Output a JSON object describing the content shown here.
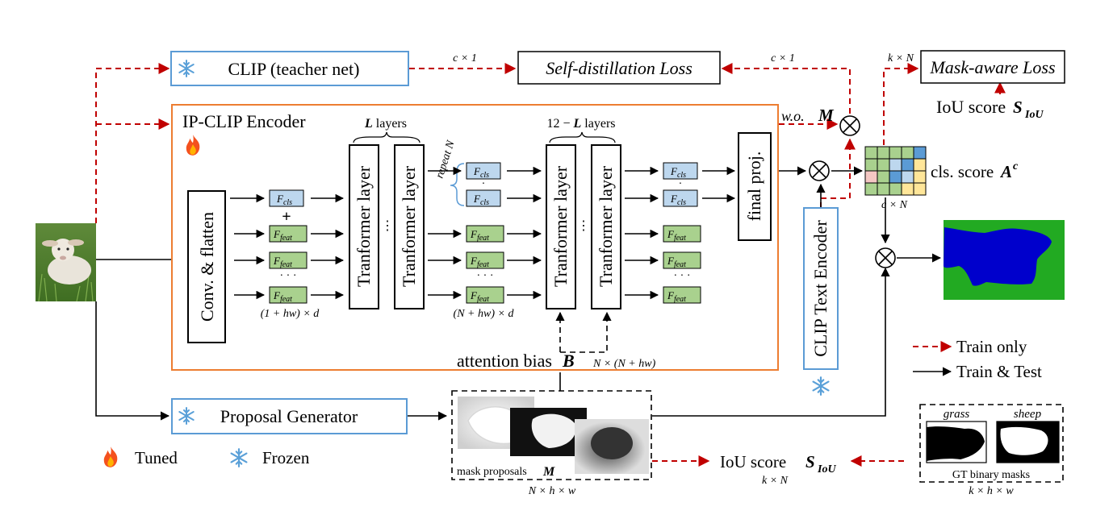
{
  "boxes": {
    "clip_teacher": "CLIP (teacher net)",
    "self_distill_loss": "Self-distillation Loss",
    "mask_aware_loss": "Mask-aware Loss",
    "ip_clip_encoder": "IP-CLIP Encoder",
    "conv_flatten": "Conv. & flatten",
    "transformer_layer": "Tranformer layer",
    "final_proj": "final proj.",
    "clip_text_encoder": "CLIP Text Encoder",
    "proposal_generator": "Proposal Generator"
  },
  "labels": {
    "c_x_1": "c × 1",
    "k_x_N": "k × N",
    "iou_score_top": "IoU score",
    "s_iou": "S",
    "s_iou_sub": "IoU",
    "l_layers_var": "L",
    "l_layers": "layers",
    "twelve_minus_l": "12 −",
    "repeat_n": "repeat N",
    "wo_m": "w.o.",
    "m_sym": "M",
    "cls_score": "cls. score",
    "a_sym": "A",
    "a_sup": "c",
    "c_x_N": "c × N",
    "dims_1": "(1 + hw) × d",
    "dims_2": "(N + hw) × d",
    "attention_bias": "attention bias",
    "b_sym": "B",
    "n_x_nhw": "N × (N + hw)",
    "mask_proposals": "mask proposals",
    "n_x_h_x_w": "N × h × w",
    "iou_score_bottom": "IoU score",
    "k_x_N_bottom": "k × N",
    "grass": "grass",
    "sheep": "sheep",
    "gt_binary_masks": "GT binary masks",
    "k_x_h_x_w": "k × h × w",
    "f_cls": "F",
    "cls_sub": "cls",
    "f_feat": "F",
    "feat_sub": "feat",
    "dots": "· · ·"
  },
  "legend": {
    "train_only": "Train only",
    "train_test": "Train & Test",
    "tuned": "Tuned",
    "frozen": "Frozen"
  },
  "colors": {
    "dashed_red": "#c00000",
    "encoder_border": "#ed7d31",
    "blue_box_border": "#5b9bd5",
    "cls_token_fill": "#bdd7ee",
    "feat_token_fill": "#a9d18e",
    "mask_blue": "#0000cc",
    "mask_green": "#22aa22"
  },
  "icons": {
    "tuned": "fire-icon",
    "frozen": "snowflake-icon"
  }
}
